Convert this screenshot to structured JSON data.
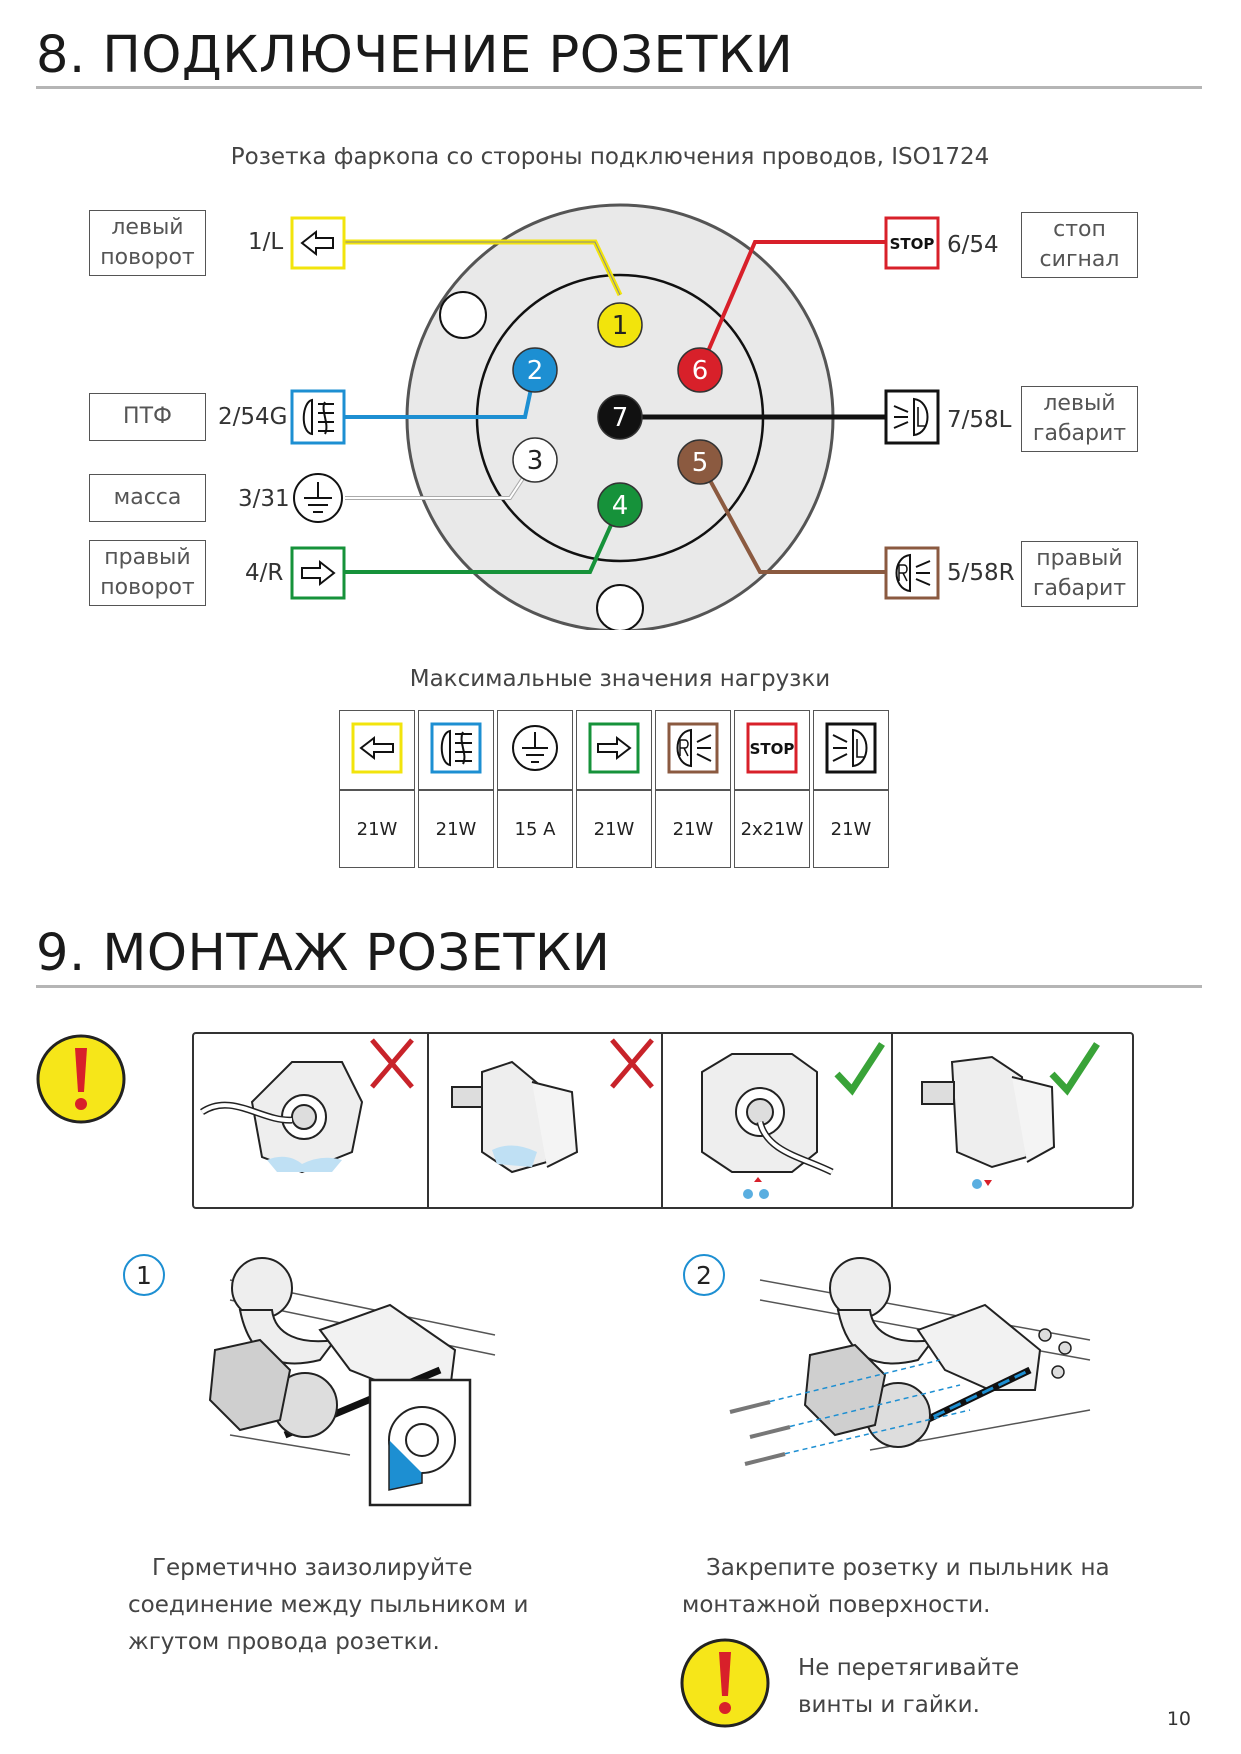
{
  "section8": {
    "title": "8. ПОДКЛЮЧЕНИЕ РОЗЕТКИ",
    "caption": "Розетка фаркопа со стороны подключения проводов, ISO1724",
    "labels": {
      "left_turn": "левый\nповорот",
      "fog": "ПТФ",
      "ground": "масса",
      "right_turn": "правый\nповорот",
      "stop": "стоп\nсигнал",
      "left_marker": "левый\nгабарит",
      "right_marker": "правый\nгабарит"
    },
    "pins": {
      "p1": "1/L",
      "p2": "2/54G",
      "p3": "3/31",
      "p4": "4/R",
      "p5": "5/58R",
      "p6": "6/54",
      "p7": "7/58L"
    },
    "pin_numbers": [
      "1",
      "2",
      "3",
      "4",
      "5",
      "6",
      "7"
    ],
    "stop_text": "STOP",
    "load_caption": "Максимальные значения нагрузки",
    "loads": [
      "21W",
      "21W",
      "15 A",
      "21W",
      "21W",
      "2x21W",
      "21W"
    ],
    "colors": {
      "yellow": "#f2e40c",
      "blue": "#1d8fd2",
      "white": "#ffffff",
      "green": "#16923a",
      "brown": "#8b5a40",
      "red": "#d8202a",
      "black": "#111111"
    }
  },
  "section9": {
    "title": "9. МОНТАЖ РОЗЕТКИ",
    "step1_number": "1",
    "step1_text": "Герметично заизолируйте\nсоединение между пыльником и\nжгутом провода розетки.",
    "step2_number": "2",
    "step2_text": "Закрепите розетку и пыльник на\nмонтажной поверхности.",
    "warning_text": "Не перетягивайте\nвинты и гайки."
  },
  "page_number": "10"
}
